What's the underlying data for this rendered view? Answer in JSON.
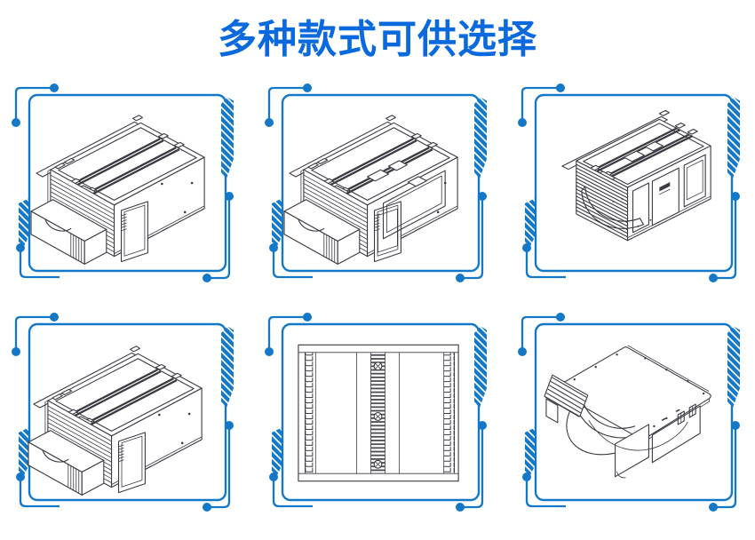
{
  "page": {
    "title": "多种款式可供选择"
  },
  "theme": {
    "title_color": "#0a69dc",
    "frame_color": "#1478c8",
    "line_color": "#3a3a42",
    "background_color": "#ffffff"
  },
  "panels": [
    {
      "position": "top-left",
      "art": "isometric-chassis-with-tray-stack"
    },
    {
      "position": "top-center",
      "art": "isometric-chassis-with-side-windows"
    },
    {
      "position": "top-right",
      "art": "isometric-chassis-with-cable-hoop"
    },
    {
      "position": "bottom-left",
      "art": "isometric-chassis-with-tray-stack"
    },
    {
      "position": "bottom-center",
      "art": "front-view-splice-tray"
    },
    {
      "position": "bottom-right",
      "art": "flat-cassette-with-fiber-spool"
    }
  ]
}
